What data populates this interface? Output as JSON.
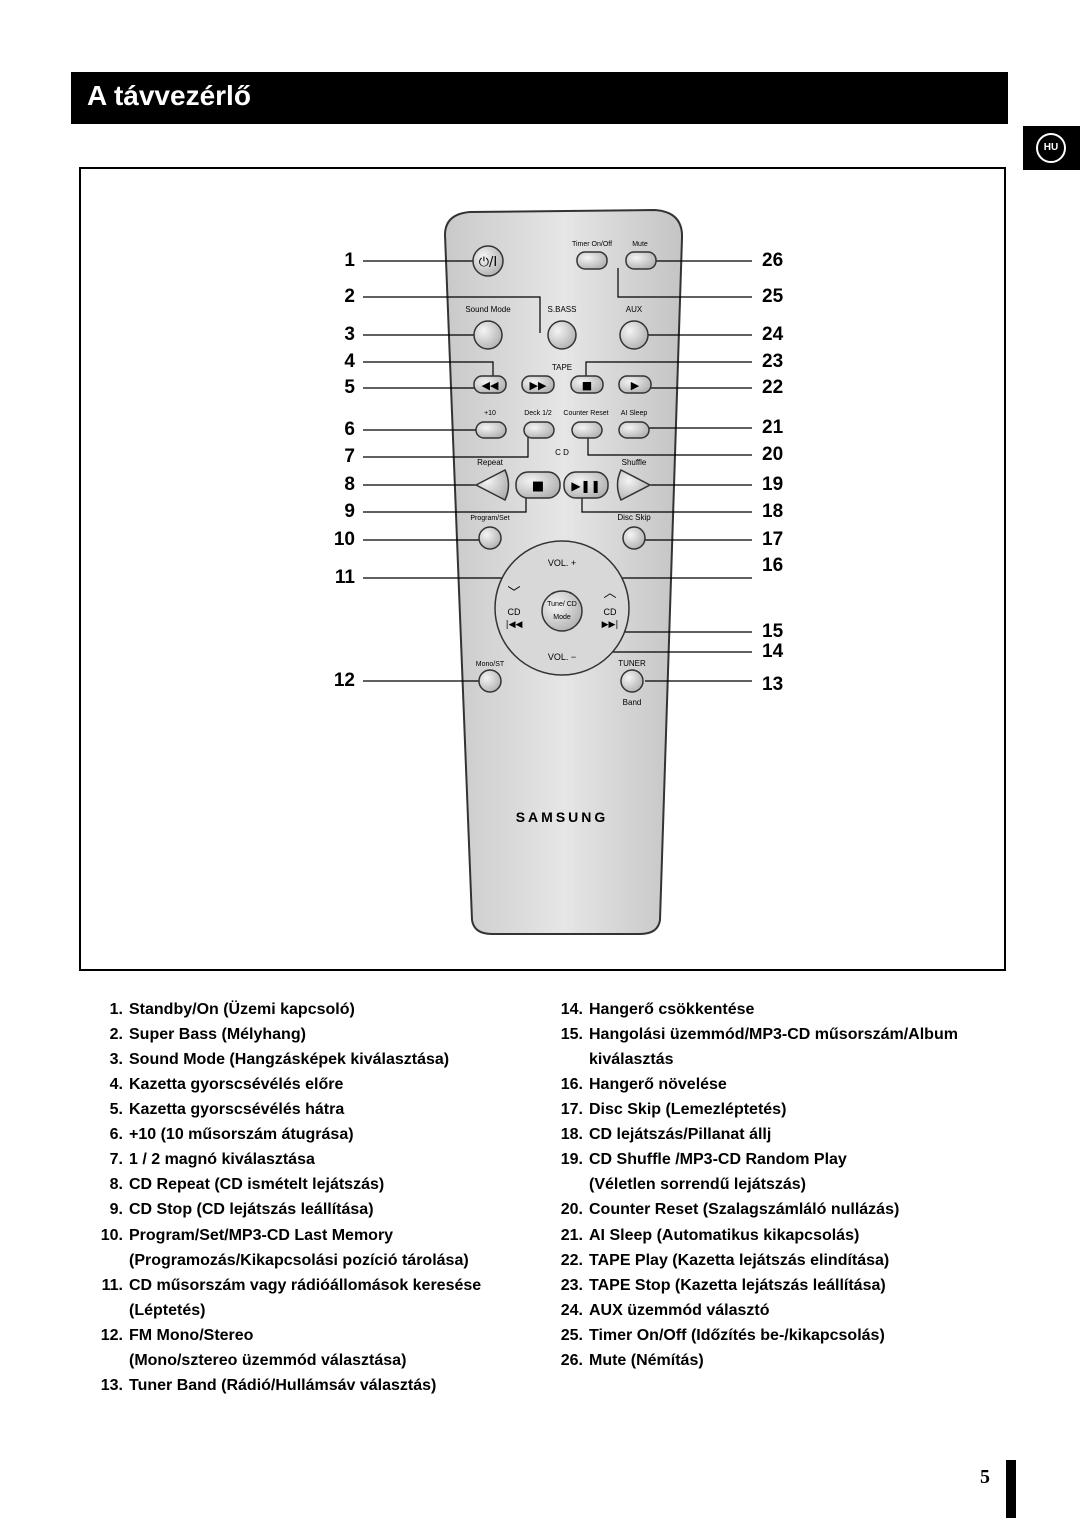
{
  "header": {
    "title": "A távvezérlő"
  },
  "lang_badge": "HU",
  "remote": {
    "labels": {
      "timer_onoff": "Timer On/Off",
      "mute": "Mute",
      "sound_mode": "Sound Mode",
      "sbass": "S.BASS",
      "aux": "AUX",
      "tape": "TAPE",
      "plus10": "+10",
      "deck": "Deck 1/2",
      "counter_reset": "Counter Reset",
      "ai_sleep": "AI Sleep",
      "cd": "C D",
      "repeat": "Repeat",
      "shuffle": "Shuffle",
      "program_set": "Program/Set",
      "disc_skip": "Disc Skip",
      "vol_up": "VOL. +",
      "vol_down": "VOL. −",
      "tune_cd_1": "Tune/ CD",
      "tune_cd_2": "Mode",
      "cd_left": "CD",
      "cd_right": "CD",
      "mono_st": "Mono/ST",
      "tuner": "TUNER",
      "band": "Band",
      "brand": "SAMSUNG"
    }
  },
  "callouts_left": [
    "1",
    "2",
    "3",
    "4",
    "5",
    "6",
    "7",
    "8",
    "9",
    "10",
    "11",
    "12"
  ],
  "callouts_right": [
    "26",
    "25",
    "24",
    "23",
    "22",
    "21",
    "20",
    "19",
    "18",
    "17",
    "16",
    "15",
    "14",
    "13"
  ],
  "legend_left": [
    {
      "num": "1.",
      "text": "Standby/On (Üzemi kapcsoló)"
    },
    {
      "num": "2.",
      "text": "Super Bass (Mélyhang)"
    },
    {
      "num": "3.",
      "text": "Sound Mode (Hangzásképek kiválasztása)"
    },
    {
      "num": "4.",
      "text": "Kazetta gyorscsévélés előre"
    },
    {
      "num": "5.",
      "text": "Kazetta gyorscsévélés hátra"
    },
    {
      "num": "6.",
      "text": "+10 (10 műsorszám átugrása)"
    },
    {
      "num": "7.",
      "text": "1 / 2 magnó kiválasztása"
    },
    {
      "num": "8.",
      "text": "CD Repeat (CD ismételt lejátszás)"
    },
    {
      "num": "9.",
      "text": "CD Stop (CD lejátszás leállítása)"
    },
    {
      "num": "10.",
      "text": "Program/Set/MP3-CD Last Memory"
    },
    {
      "num": "",
      "text": "(Programozás/Kikapcsolási pozíció tárolása)"
    },
    {
      "num": "11.",
      "text": "CD műsorszám vagy rádióállomások keresése"
    },
    {
      "num": "",
      "text": "(Léptetés)"
    },
    {
      "num": "12.",
      "text": "FM Mono/Stereo"
    },
    {
      "num": "",
      "text": "(Mono/sztereo üzemmód választása)"
    },
    {
      "num": "13.",
      "text": "Tuner Band (Rádió/Hullámsáv választás)"
    }
  ],
  "legend_right": [
    {
      "num": "14.",
      "text": "Hangerő csökkentése"
    },
    {
      "num": "15.",
      "text": "Hangolási üzemmód/MP3-CD műsorszám/Album"
    },
    {
      "num": "",
      "text": "kiválasztás"
    },
    {
      "num": "16.",
      "text": "Hangerő növelése"
    },
    {
      "num": "17.",
      "text": "Disc Skip (Lemezléptetés)"
    },
    {
      "num": "18.",
      "text": "CD lejátszás/Pillanat állj"
    },
    {
      "num": "19.",
      "text": "CD Shuffle /MP3-CD Random Play"
    },
    {
      "num": "",
      "text": "(Véletlen sorrendű lejátszás)"
    },
    {
      "num": "20.",
      "text": "Counter Reset (Szalagszámláló nullázás)"
    },
    {
      "num": "21.",
      "text": "AI Sleep (Automatikus kikapcsolás)"
    },
    {
      "num": "22.",
      "text": "TAPE Play (Kazetta lejátszás elindítása)"
    },
    {
      "num": "23.",
      "text": "TAPE Stop (Kazetta lejátszás leállítása)"
    },
    {
      "num": "24.",
      "text": "AUX  üzemmód választó"
    },
    {
      "num": "25.",
      "text": "Timer On/Off (Időzítés be-/kikapcsolás)"
    },
    {
      "num": "26.",
      "text": "Mute (Némítás)"
    }
  ],
  "page_number": "5"
}
